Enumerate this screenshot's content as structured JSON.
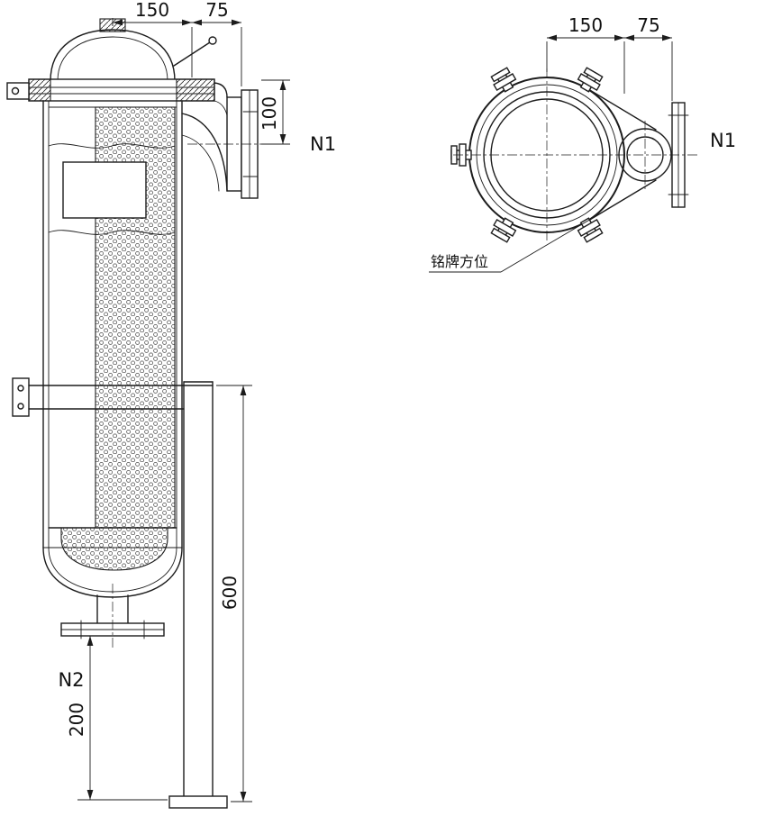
{
  "front_view": {
    "dim_width": "150",
    "dim_offset": "75",
    "dim_nozzle_height": "100",
    "dim_leg_height": "600",
    "dim_drain_height": "200",
    "label_inlet": "N1",
    "label_drain": "N2"
  },
  "top_view": {
    "dim_width": "150",
    "dim_offset": "75",
    "label_inlet": "N1",
    "label_nameplate": "铭牌方位"
  },
  "colors": {
    "line": "#1c1c1c",
    "background": "#ffffff"
  }
}
